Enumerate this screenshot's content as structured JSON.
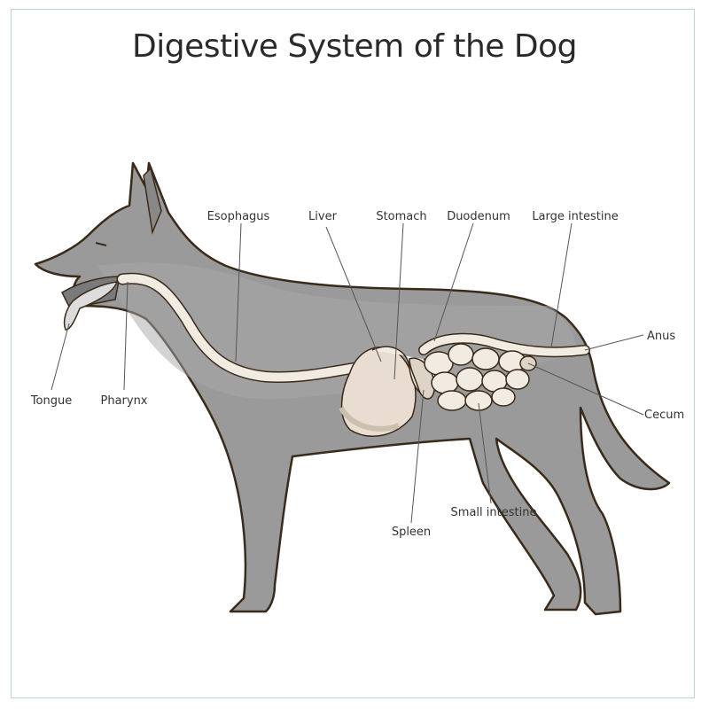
{
  "title": "Digestive System of the Dog",
  "colors": {
    "body_fill": "#9a9a9a",
    "body_light": "#c8c8c8",
    "outline": "#3a2a1a",
    "organ_fill": "#f1ebe2",
    "organ_shadow": "#ddd3c6"
  },
  "labels": {
    "esophagus": "Esophagus",
    "liver": "Liver",
    "stomach": "Stomach",
    "duodenum": "Duodenum",
    "large_intestine": "Large intestine",
    "anus": "Anus",
    "cecum": "Cecum",
    "small_intestine": "Small intestine",
    "spleen": "Spleen",
    "tongue": "Tongue",
    "pharynx": "Pharynx"
  }
}
